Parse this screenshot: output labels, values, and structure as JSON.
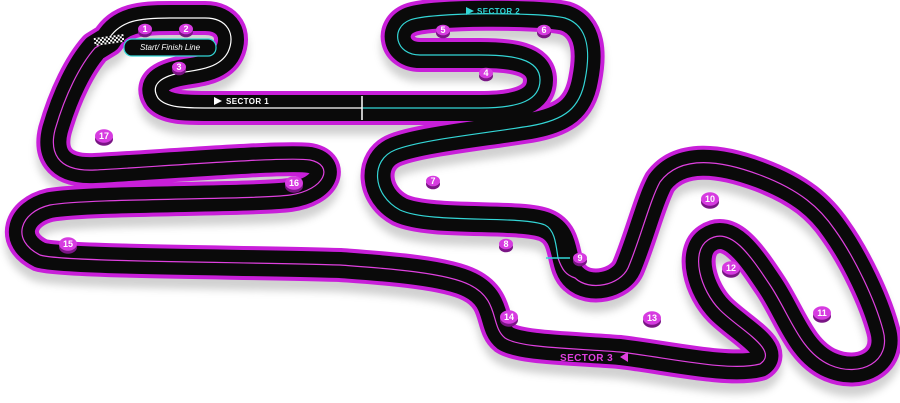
{
  "sectors": [
    {
      "label": "SECTOR 1",
      "color": "#ffffff"
    },
    {
      "label": "SECTOR 2",
      "color": "#33d6d6"
    },
    {
      "label": "SECTOR 3",
      "color": "#e040e0"
    }
  ],
  "start_finish_label": "Start/ Finish Line",
  "turns": [
    "1",
    "2",
    "3",
    "4",
    "5",
    "6",
    "7",
    "8",
    "9",
    "10",
    "11",
    "12",
    "13",
    "14",
    "15",
    "16",
    "17"
  ],
  "colors": {
    "track_surface": "#0a0a0a",
    "track_edge": "#c81fd9",
    "track_edge_shadow": "#7a0d8a",
    "sector1_line": "#ffffff",
    "sector2_line": "#33d6d6",
    "sector3_line": "#e040e0",
    "turn_marker": "#d63be0",
    "turn_marker_side": "#7a1585"
  }
}
